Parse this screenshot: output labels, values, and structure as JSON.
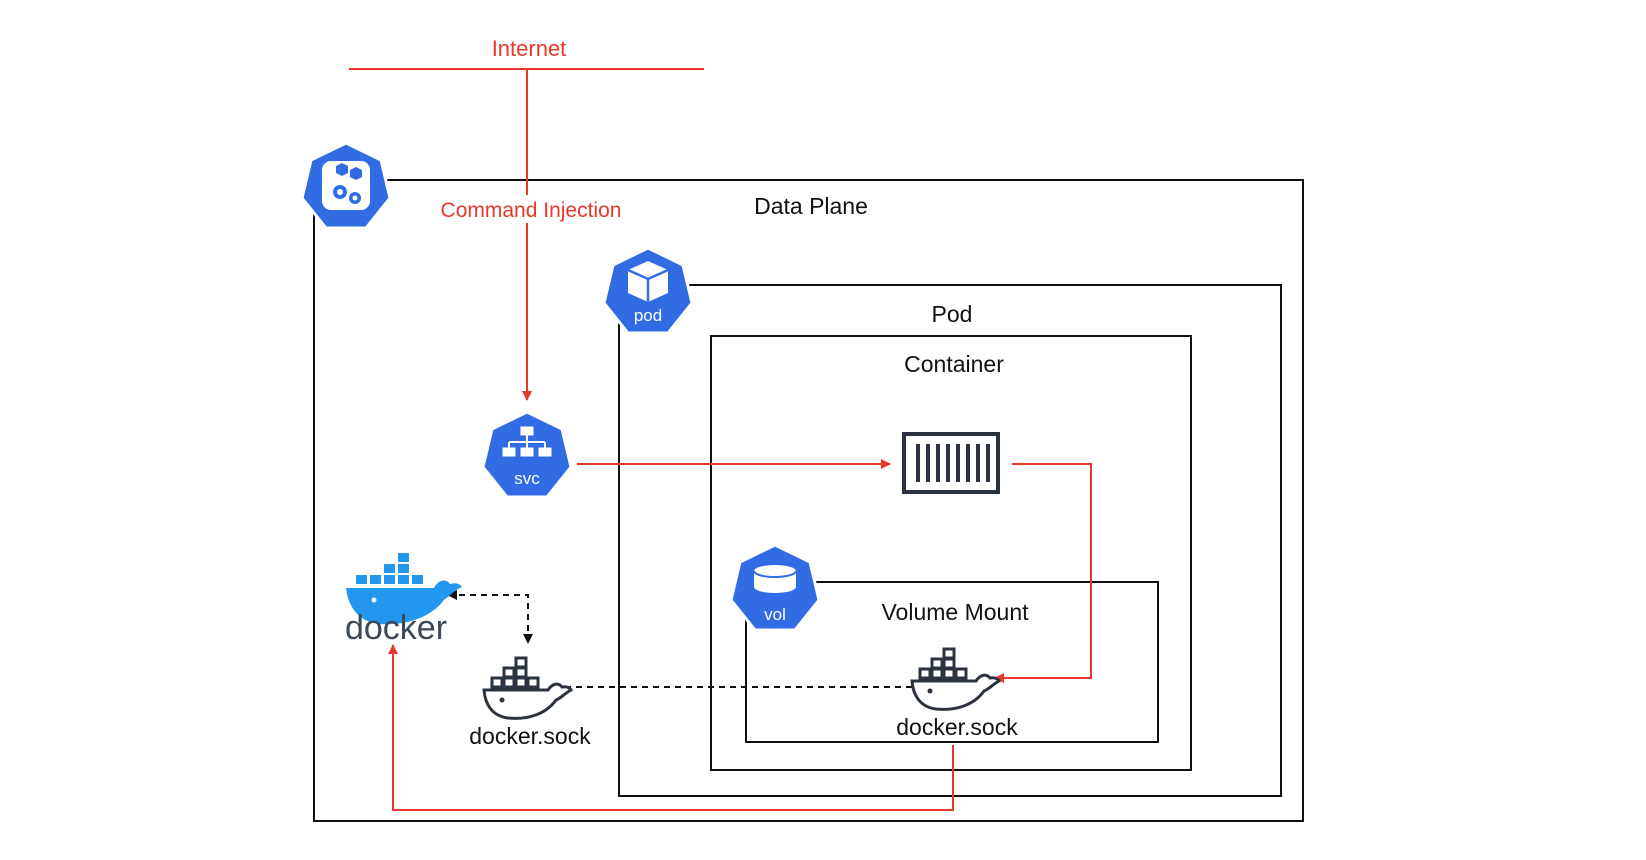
{
  "labels": {
    "internet": "Internet",
    "command_injection": "Command Injection",
    "data_plane": "Data Plane",
    "pod_box": "Pod",
    "container_box": "Container",
    "volume_mount": "Volume Mount",
    "docker_sock_host": "docker.sock",
    "docker_sock_mount": "docker.sock",
    "docker_logo_text": "docker"
  },
  "badges": {
    "pod": "pod",
    "svc": "svc",
    "vol": "vol"
  },
  "colors": {
    "k8s_blue": "#326CE5",
    "attack_red": "#E8382C",
    "box_stroke": "#111111",
    "docker_blue": "#2396ED",
    "docker_dark": "#3B4A56"
  },
  "icons": [
    "cluster-icon",
    "pod-icon",
    "service-icon",
    "volume-icon",
    "container-icon",
    "docker-whale-icon",
    "docker-logo-icon"
  ]
}
